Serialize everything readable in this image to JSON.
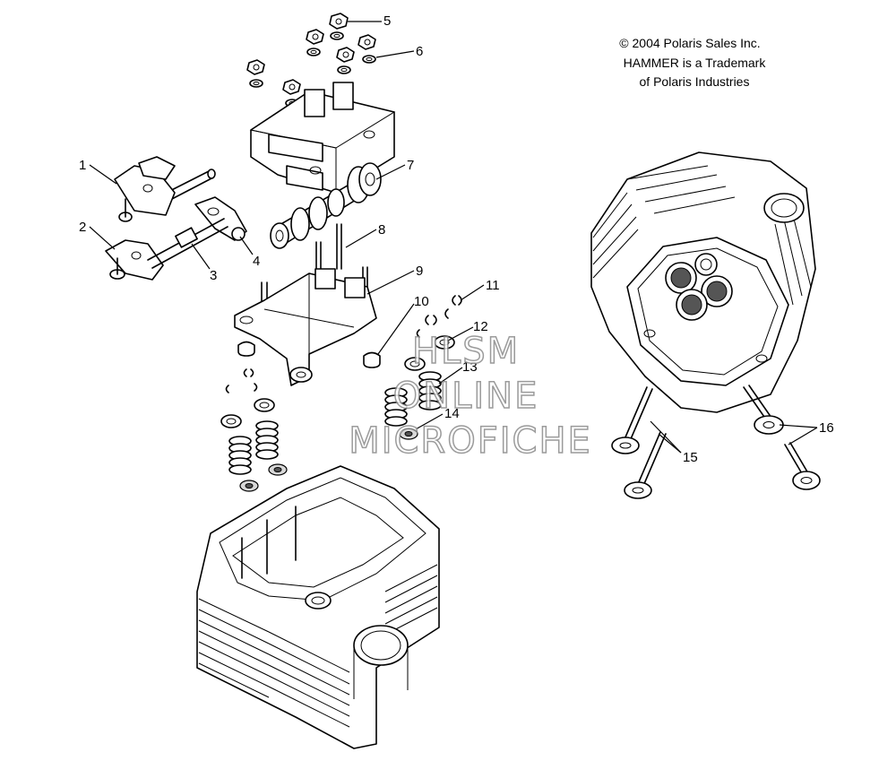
{
  "copyright": {
    "line1": "© 2004 Polaris Sales Inc.",
    "line2": "HAMMER is a Trademark",
    "line3": "of Polaris Industries"
  },
  "callouts": [
    "1",
    "2",
    "3",
    "4",
    "5",
    "6",
    "7",
    "8",
    "9",
    "10",
    "11",
    "12",
    "13",
    "14",
    "15",
    "16"
  ],
  "watermark": {
    "line1": "HLSM",
    "line2": "ONLINE",
    "line3": "MICROFICHE"
  }
}
